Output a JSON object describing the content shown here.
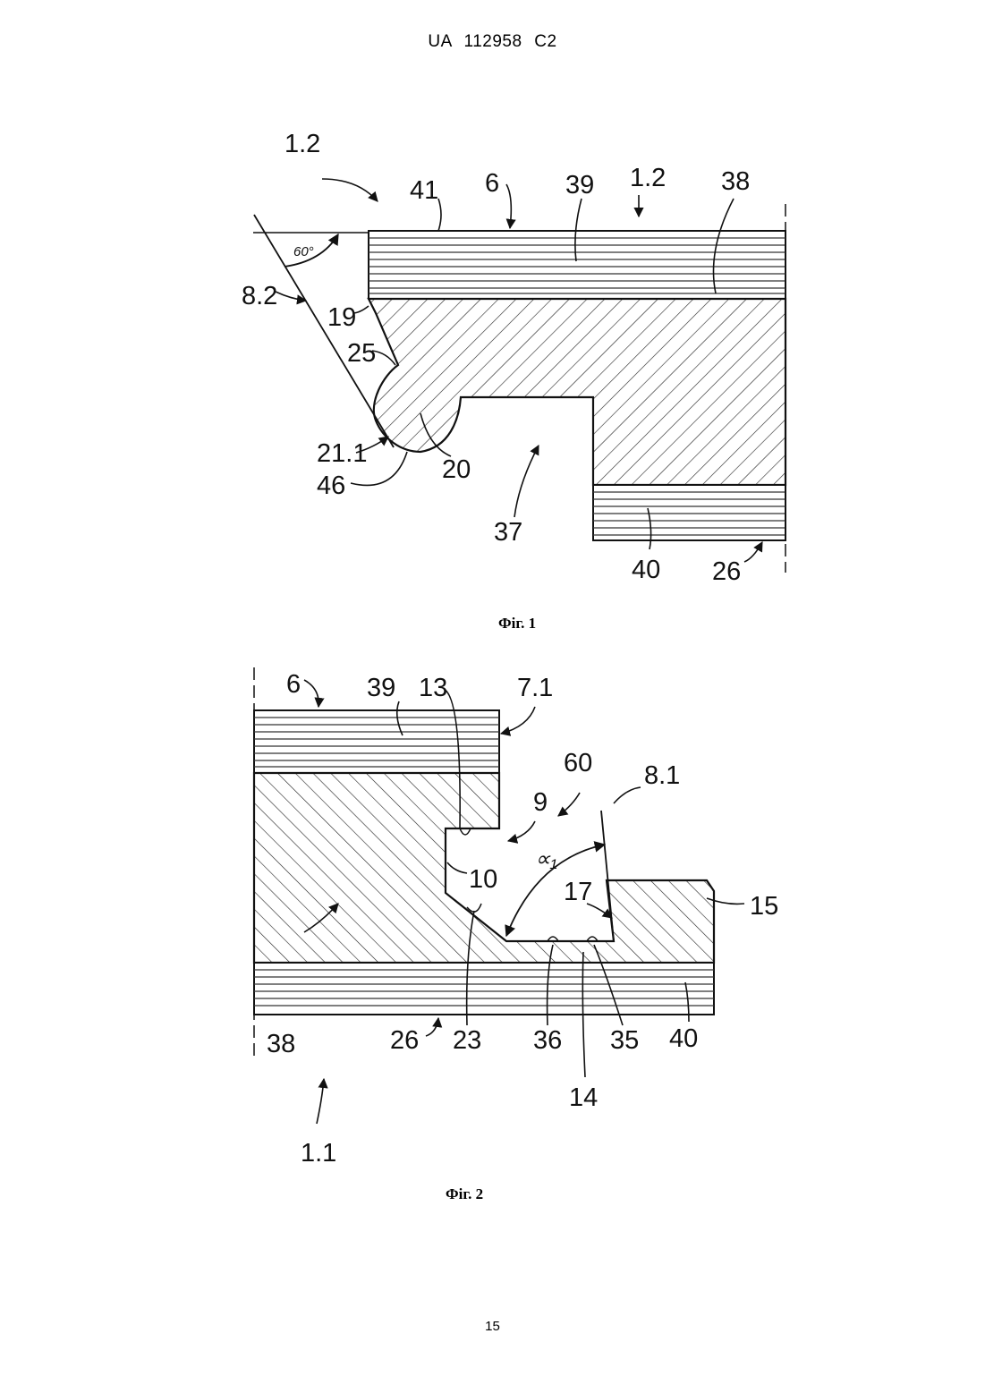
{
  "header": {
    "doc_number": "UA   112958   C2"
  },
  "figure1": {
    "caption": "Фіг. 1",
    "labels": {
      "l_1_2_a": "1.2",
      "l_41": "41",
      "l_6": "6",
      "l_39": "39",
      "l_1_2_b": "1.2",
      "l_38": "38",
      "l_60deg": "60°",
      "l_8_2": "8.2",
      "l_19": "19",
      "l_25": "25",
      "l_21_1": "21.1",
      "l_46": "46",
      "l_20": "20",
      "l_37": "37",
      "l_40": "40",
      "l_26": "26"
    }
  },
  "figure2": {
    "caption": "Фіг. 2",
    "labels": {
      "l_6": "6",
      "l_39": "39",
      "l_13": "13",
      "l_7_1": "7.1",
      "l_60": "60",
      "l_8_1": "8.1",
      "l_9": "9",
      "l_alpha": "∝₁",
      "l_10": "10",
      "l_17": "17",
      "l_15": "15",
      "l_38": "38",
      "l_26": "26",
      "l_23": "23",
      "l_36": "36",
      "l_35": "35",
      "l_40": "40",
      "l_14": "14",
      "l_1_1": "1.1"
    }
  },
  "page_number": "15"
}
